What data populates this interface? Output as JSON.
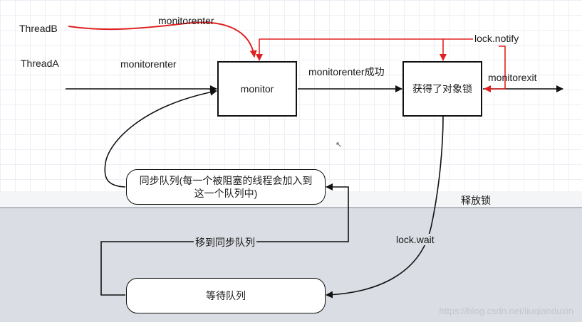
{
  "labels": {
    "thread_b": "ThreadB",
    "thread_a": "ThreadA",
    "monitorenter_b": "monitorenter",
    "monitorenter_a": "monitorenter",
    "lock_notify": "lock.notify",
    "monitorenter_success": "monitorenter成功",
    "monitorexit": "monitorexit",
    "release_lock": "释放锁",
    "lock_wait": "lock.wait",
    "move_to_sync": "移到同步队列"
  },
  "boxes": {
    "monitor": "monitor",
    "lock_obtained": "获得了对象锁",
    "sync_queue_line1": "同步队列(每一个被阻塞的线程会加入到",
    "sync_queue_line2": "这一个队列中)",
    "wait_queue": "等待队列"
  },
  "watermark": "https://blog.csdn.net/liuqianduxin",
  "colors": {
    "notify_path": "#e02020",
    "main_path": "#111111",
    "grey_zone": "#dadde3"
  }
}
